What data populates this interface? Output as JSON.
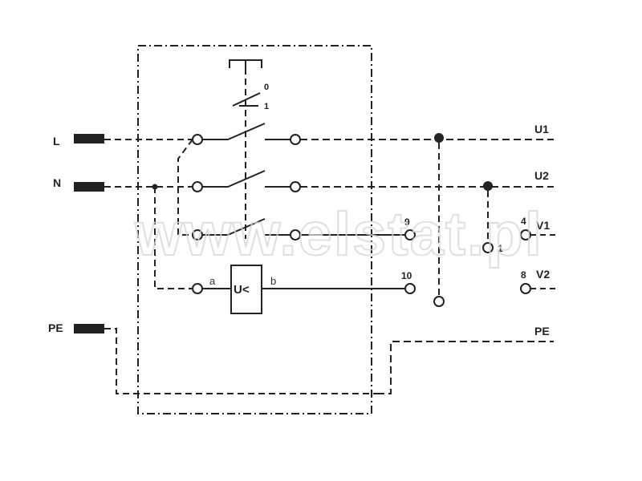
{
  "inputs": {
    "L": "L",
    "N": "N",
    "PE": "PE"
  },
  "outputs": {
    "U1": "U1",
    "U2": "U2",
    "V1": "V1",
    "V2": "V2",
    "PE": "PE"
  },
  "switch": {
    "pos0": "0",
    "pos1": "1"
  },
  "relay": {
    "label": "U<",
    "pin_a": "a",
    "pin_b": "b"
  },
  "terminals": {
    "t9": "9",
    "t10": "10",
    "t4": "4",
    "t8": "8",
    "t1": "1"
  },
  "watermark": "www.elstat.pl",
  "colors": {
    "line": "#222222",
    "watermark": "#d8d8d8"
  }
}
